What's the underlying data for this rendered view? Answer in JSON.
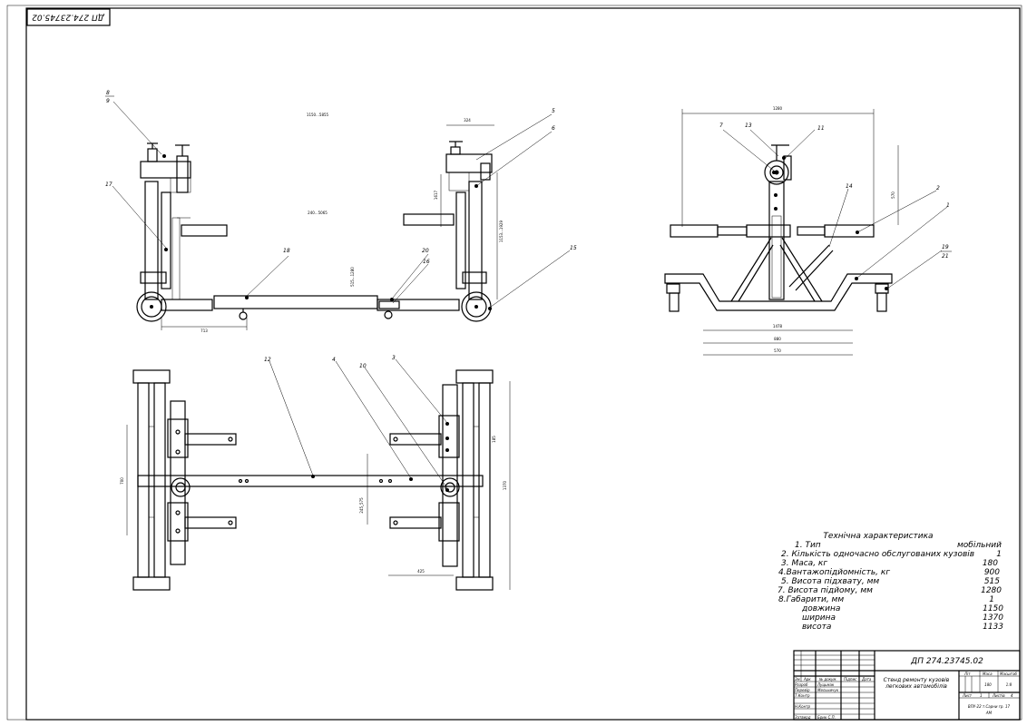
{
  "corner_stamp": "ДП 274.23745.02",
  "callouts": {
    "c1": "1",
    "c2": "2",
    "c3": "3",
    "c4": "4",
    "c5": "5",
    "c6": "6",
    "c7": "7",
    "c8": "8",
    "c9": "9",
    "c10": "10",
    "c11": "11",
    "c12": "12",
    "c13": "13",
    "c14": "14",
    "c15": "15",
    "c16": "16",
    "c17": "17",
    "c18": "18",
    "c19": "19",
    "c20": "20",
    "c21": "21"
  },
  "dims": {
    "d_1150_5855": "1150...5855",
    "d_240_5065": "240...5065",
    "d_324": "324",
    "d_1617": "1617",
    "d_1153_1929": "1153...1929",
    "d_515_1280": "515...1280",
    "d_713": "713",
    "d_1280": "1280",
    "d_570top": "570",
    "d_1478": "1478",
    "d_880": "880",
    "d_570": "570",
    "d_185": "185",
    "d_700": "700",
    "d_1370": "1370",
    "d_245_575": "245_575",
    "d_425": "425"
  },
  "spec": {
    "title": "Технічна характеристика",
    "rows": [
      {
        "label": "1. Тип",
        "value": "мобільний"
      },
      {
        "label": "2. Кількість одночасно обслугованих кузовів",
        "value": "1"
      },
      {
        "label": "3. Маса, кг",
        "value": "180"
      },
      {
        "label": "4.Вантажопідйомність, кг",
        "value": "900"
      },
      {
        "label": "5. Висота підхвату, мм",
        "value": "515"
      },
      {
        "label": "7. Висота підйому, мм",
        "value": "1280"
      },
      {
        "label": "8.Габарити, мм",
        "value": "1"
      },
      {
        "label": "довжина",
        "value": "1150"
      },
      {
        "label": "ширина",
        "value": "1370"
      },
      {
        "label": "висота",
        "value": "1133"
      }
    ]
  },
  "title_block": {
    "designation": "ДП 274.23745.02",
    "name_line1": "Стенд ремонту кузовів",
    "name_line2": "легкових автомобілів",
    "h_zm": "Зм",
    "h_arkush": "Арк",
    "h_doc": "№ докум.",
    "h_pidpys": "Підпис",
    "h_data": "Дата",
    "role_rozrob": "Розроб",
    "role_perevir": "Перевір",
    "role_tkontr": "Т.Контр",
    "role_nkontr": "Н.Контр",
    "role_zatverd": "Затверд",
    "name_rozrob": "Луцьмак",
    "name_perevir": "Мельничук",
    "name_zatverd": "Брик С.П.",
    "h_lit": "Літ",
    "h_masa": "Маса",
    "h_masshtab": "Масштаб",
    "v_masa": "180",
    "v_masshtab": "1:8",
    "sheet_label": "Лист",
    "sheet_value": "1",
    "sheets_label": "Листів",
    "sheets_value": "4",
    "org_line1": "ВПУ-22 т.Сарни гр. 17",
    "org_line2": "АМ"
  }
}
